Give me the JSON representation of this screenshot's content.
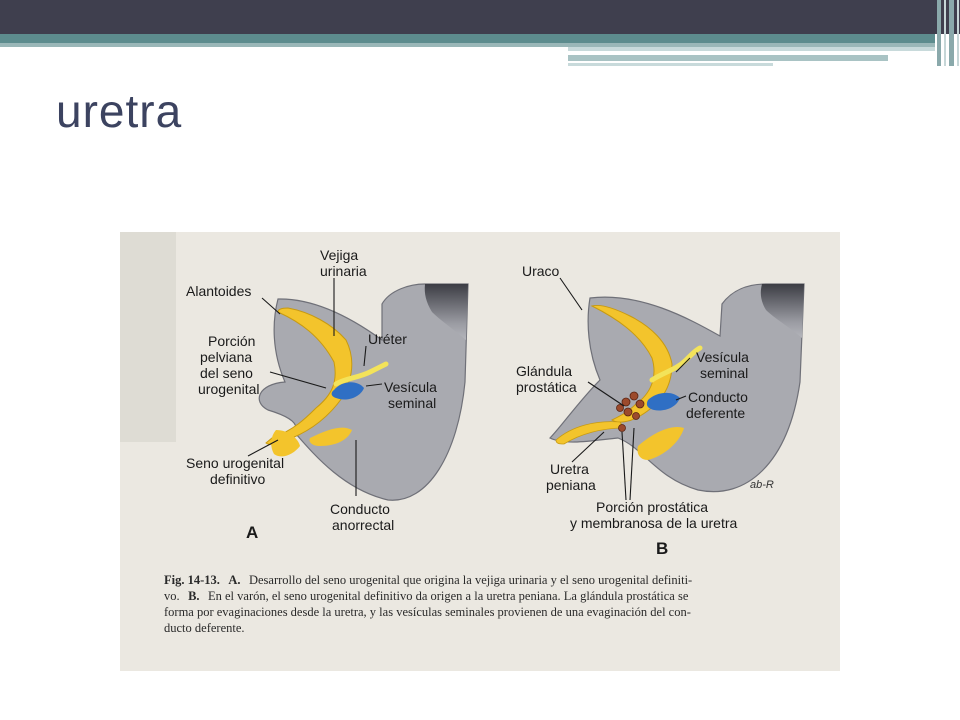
{
  "slide": {
    "title": "uretra"
  },
  "figure": {
    "panel_a": {
      "letter": "A",
      "labels": {
        "vejiga_1": "Vejiga",
        "vejiga_2": "urinaria",
        "alantoides": "Alantoides",
        "porcion_1": "Porción",
        "porcion_2": "pelviana",
        "porcion_3": "del seno",
        "porcion_4": "urogenital",
        "ureter": "Uréter",
        "vesicula_1": "Vesícula",
        "vesicula_2": "seminal",
        "seno_1": "Seno urogenital",
        "seno_2": "definitivo",
        "conducto_1": "Conducto",
        "conducto_2": "anorrectal"
      }
    },
    "panel_b": {
      "letter": "B",
      "labels": {
        "uraco": "Uraco",
        "vesicula_1": "Vesícula",
        "vesicula_2": "seminal",
        "glandula_1": "Glándula",
        "glandula_2": "prostática",
        "conducto_1": "Conducto",
        "conducto_2": "deferente",
        "uretra_1": "Uretra",
        "uretra_2": "peniana",
        "porcion_1": "Porción prostática",
        "porcion_2": "y membranosa de la uretra",
        "signature": "ab-R"
      }
    },
    "caption": {
      "fig_label": "Fig. 14-13.",
      "a_letter": "A.",
      "line1_rest": "Desarrollo del seno urogenital que origina la vejiga urinaria y el seno urogenital definiti-",
      "line2_start": "vo.",
      "b_letter": "B.",
      "line2_rest": "En el varón, el seno urogenital definitivo da origen a la uretra peniana. La glándula prostática se",
      "line3": "forma por evaginaciones desde la uretra, y las vesículas seminales provienen de una evaginación del con-",
      "line4": "ducto deferente."
    }
  },
  "colors": {
    "header": "#3f3f4e",
    "accent_teal": "#5d8c8e",
    "title_text": "#3c4360",
    "tissue_gray": "#a9aab0",
    "yellow": "#f3c42c",
    "blue": "#2f6fc4",
    "paper": "#ebe8e1"
  }
}
